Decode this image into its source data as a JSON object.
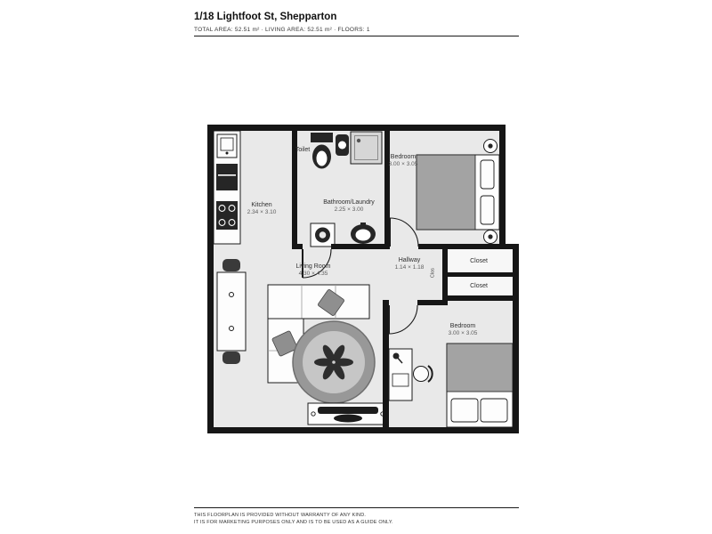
{
  "header": {
    "title": "1/18 Lightfoot St, Shepparton",
    "stats": "TOTAL AREA: 52.51 m² · LIVING AREA: 52.51 m² · FLOORS: 1"
  },
  "rooms": {
    "kitchen": {
      "name": "Kitchen",
      "dims": "2.34 × 3.10"
    },
    "toilet": {
      "name": "Toilet"
    },
    "bathroom": {
      "name": "Bathroom/Laundry",
      "dims": "2.25 × 3.00"
    },
    "bedroom_top": {
      "name": "Bedroom",
      "dims": "3.00 × 3.05"
    },
    "hallway": {
      "name": "Hallway",
      "dims": "1.14 × 1.18"
    },
    "closet_top": {
      "name": "Closet"
    },
    "closet_bottom": {
      "name": "Closet"
    },
    "closet_small": {
      "name": "Clos"
    },
    "living_room": {
      "name": "Living Room",
      "dims": "4.30 × 4.35"
    },
    "bedroom_bottom": {
      "name": "Bedroom",
      "dims": "3.00 × 3.05"
    }
  },
  "furniture_icons": [
    "fridge",
    "stove",
    "kitchen-sink",
    "toilet",
    "basin",
    "shower",
    "washing-machine",
    "bathroom-sink",
    "double-bed",
    "bedside-table",
    "sofa",
    "cushion",
    "round-rug",
    "plant",
    "console-table",
    "chair",
    "tv-unit",
    "desk",
    "desk-chair",
    "desk-lamp"
  ],
  "footer": {
    "line1": "THIS FLOORPLAN IS PROVIDED WITHOUT WARRANTY OF ANY KIND.",
    "line2": "IT IS FOR MARKETING PURPOSES ONLY AND IS TO BE USED AS A GUIDE ONLY."
  },
  "colors": {
    "wall": "#161616",
    "floor": "#e9e9e9",
    "blanket": "#a3a3a3",
    "rug_outer": "#989898",
    "rug_inner": "#c6c6c6"
  }
}
